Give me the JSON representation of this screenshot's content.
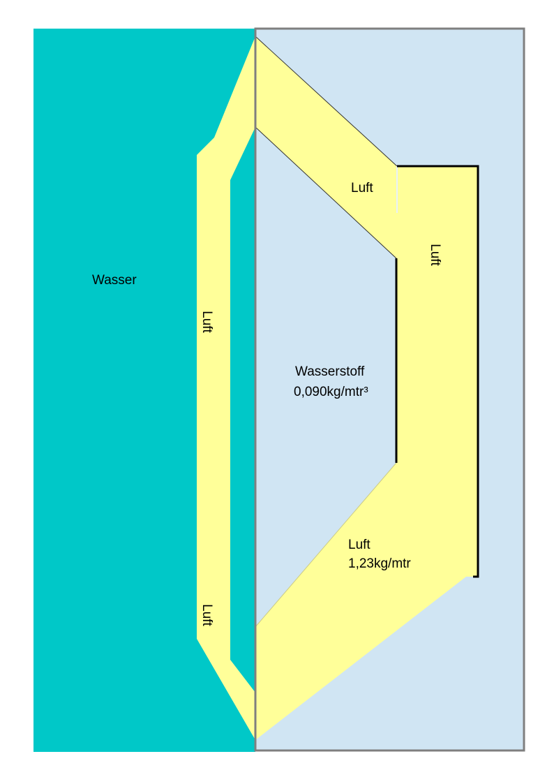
{
  "labels": {
    "wasser": "Wasser",
    "luft_left_upper": "Luft",
    "luft_left_lower": "Luft",
    "luft_top": "Luft",
    "luft_right": "Luft",
    "wasserstoff_name": "Wasserstoff",
    "wasserstoff_density": "0,090kg/mtr³",
    "luft_bottom_name": "Luft",
    "luft_bottom_density": "1,23kg/mtr"
  },
  "colors": {
    "water": "#00C8C8",
    "hydrogen_region": "#D0E5F3",
    "air": "#FFFF99",
    "frame": "#7F7F7F",
    "wall": "#000000"
  }
}
